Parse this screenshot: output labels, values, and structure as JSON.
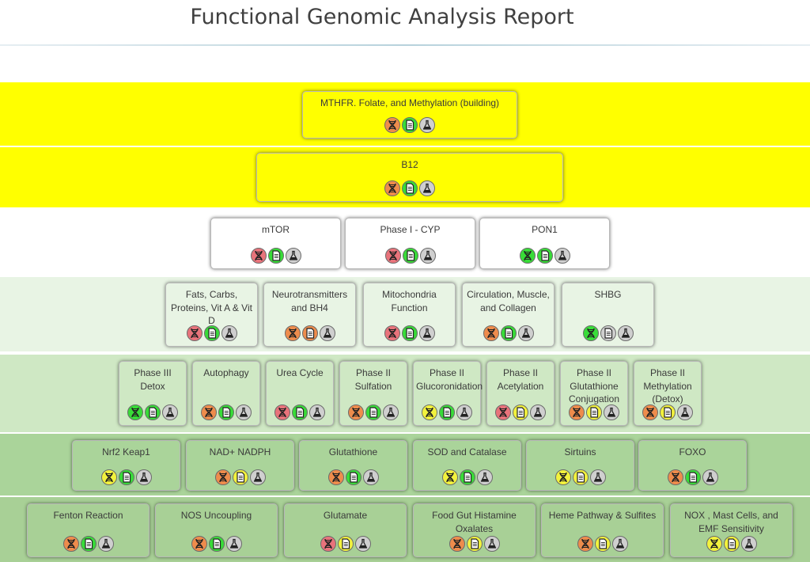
{
  "title": "Functional Genomic Analysis Report",
  "colors": {
    "red": "#e8737b",
    "orange": "#ee8c4c",
    "yellow": "#f2f23d",
    "green": "#38dc38",
    "gray": "#cfcfcf",
    "band_yellow": "#ffff00",
    "band_white": "#ffffff",
    "band_pale": "#e8f4e4",
    "band_light": "#cfe8c4",
    "band_mid": "#aad49a",
    "band_dark": "#a8d096"
  },
  "rows": [
    {
      "band": "band_yellow",
      "card_bg": "#ffff00",
      "cards": [
        {
          "label": "MTHFR. Folate, and Methylation (building)",
          "icons": [
            "orange",
            "green",
            "gray"
          ]
        }
      ]
    },
    {
      "band": "band_yellow",
      "card_bg": "#ffff00",
      "cards": [
        {
          "label": "B12",
          "icons": [
            "orange",
            "green",
            "gray"
          ]
        }
      ]
    },
    {
      "band": "band_white",
      "card_bg": "#ffffff",
      "cards": [
        {
          "label": "mTOR",
          "icons": [
            "red",
            "green",
            "gray"
          ]
        },
        {
          "label": "Phase I - CYP",
          "icons": [
            "red",
            "green",
            "gray"
          ]
        },
        {
          "label": "PON1",
          "icons": [
            "green",
            "green",
            "gray"
          ]
        }
      ]
    },
    {
      "band": "band_pale",
      "card_bg": "#e8f4e4",
      "cards": [
        {
          "label": "Fats, Carbs, Proteins, Vit A & Vit D",
          "icons": [
            "red",
            "green",
            "gray"
          ]
        },
        {
          "label": "Neurotransmitters and BH4",
          "icons": [
            "orange",
            "orange",
            "gray"
          ]
        },
        {
          "label": "Mitochondria Function",
          "icons": [
            "red",
            "green",
            "gray"
          ]
        },
        {
          "label": "Circulation, Muscle, and Collagen",
          "icons": [
            "orange",
            "green",
            "gray"
          ]
        },
        {
          "label": "SHBG",
          "icons": [
            "green",
            "gray",
            "gray"
          ]
        }
      ]
    },
    {
      "band": "band_light",
      "card_bg": "#cfe8c4",
      "cards": [
        {
          "label": "Phase III Detox",
          "icons": [
            "green",
            "green",
            "gray"
          ]
        },
        {
          "label": "Autophagy",
          "icons": [
            "orange",
            "green",
            "gray"
          ]
        },
        {
          "label": "Urea Cycle",
          "icons": [
            "red",
            "green",
            "gray"
          ]
        },
        {
          "label": "Phase II Sulfation",
          "icons": [
            "orange",
            "green",
            "gray"
          ]
        },
        {
          "label": "Phase II Glucoronidation",
          "icons": [
            "yellow",
            "green",
            "gray"
          ]
        },
        {
          "label": "Phase II Acetylation",
          "icons": [
            "red",
            "yellow",
            "gray"
          ]
        },
        {
          "label": "Phase II Glutathione Conjugation",
          "icons": [
            "orange",
            "yellow",
            "gray"
          ]
        },
        {
          "label": "Phase II Methylation (Detox)",
          "icons": [
            "orange",
            "yellow",
            "gray"
          ]
        }
      ]
    },
    {
      "band": "band_mid",
      "card_bg": "#aad49a",
      "cards": [
        {
          "label": "Nrf2 Keap1",
          "icons": [
            "yellow",
            "green",
            "gray"
          ]
        },
        {
          "label": "NAD+ NADPH",
          "icons": [
            "orange",
            "yellow",
            "gray"
          ]
        },
        {
          "label": "Glutathione",
          "icons": [
            "orange",
            "green",
            "gray"
          ]
        },
        {
          "label": "SOD and Catalase",
          "icons": [
            "yellow",
            "green",
            "gray"
          ]
        },
        {
          "label": "Sirtuins",
          "icons": [
            "yellow",
            "yellow",
            "gray"
          ]
        },
        {
          "label": "FOXO",
          "icons": [
            "orange",
            "green",
            "gray"
          ]
        }
      ]
    },
    {
      "band": "band_dark",
      "card_bg": "#a8d096",
      "cards": [
        {
          "label": "Fenton Reaction",
          "icons": [
            "orange",
            "green",
            "gray"
          ]
        },
        {
          "label": "NOS Uncoupling",
          "icons": [
            "orange",
            "green",
            "gray"
          ]
        },
        {
          "label": "Glutamate",
          "icons": [
            "red",
            "yellow",
            "gray"
          ]
        },
        {
          "label": "Food Gut Histamine Oxalates",
          "icons": [
            "orange",
            "yellow",
            "gray"
          ]
        },
        {
          "label": "Heme Pathway & Sulfites",
          "icons": [
            "orange",
            "yellow",
            "gray"
          ]
        },
        {
          "label": "NOX , Mast Cells, and EMF Sensitivity",
          "icons": [
            "yellow",
            "yellow",
            "gray"
          ]
        }
      ]
    }
  ]
}
